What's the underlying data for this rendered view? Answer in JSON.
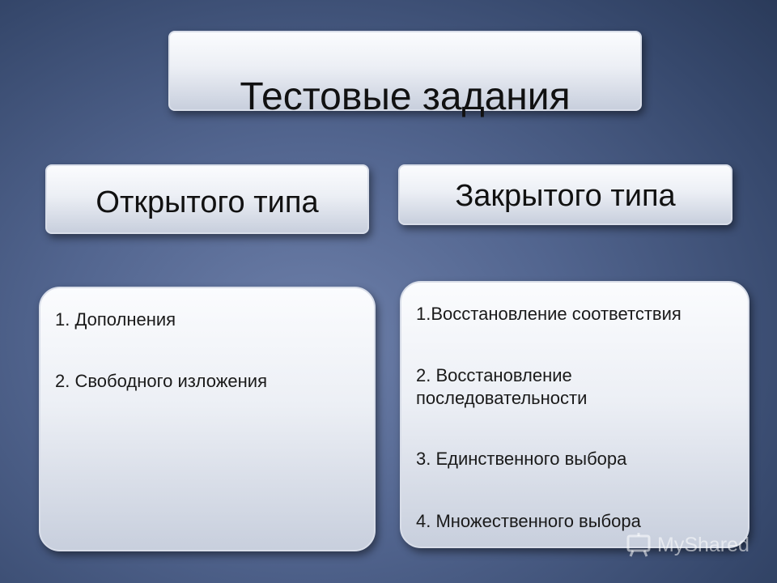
{
  "title": "Тестовые задания",
  "categories": {
    "open": {
      "label": "Открытого типа",
      "items": [
        "1. Дополнения",
        "2. Свободного изложения"
      ]
    },
    "closed": {
      "label": "Закрытого типа",
      "items": [
        "1.Восстановление соответствия",
        "2. Восстановление",
        "последовательности",
        "3. Единственного выбора",
        "4. Множественного выбора"
      ]
    }
  },
  "watermark": {
    "text": "MyShared",
    "icon": "chalkboard-icon"
  }
}
